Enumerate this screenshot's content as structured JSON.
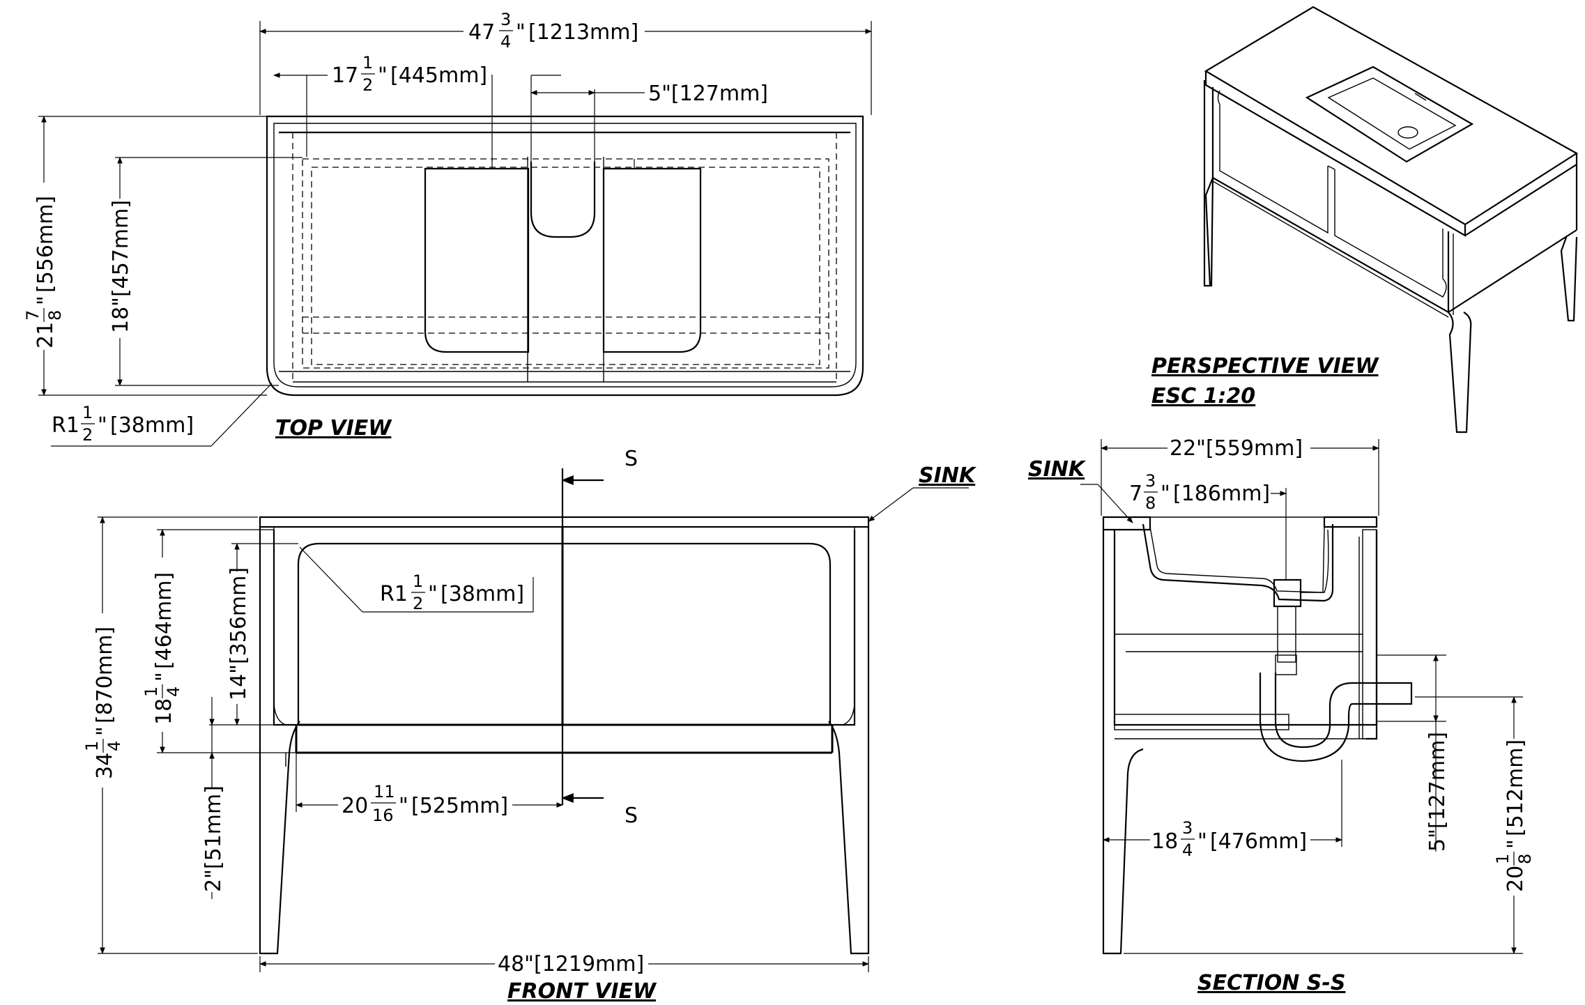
{
  "views": {
    "top": "TOP VIEW",
    "front": "FRONT VIEW",
    "perspective": "PERSPECTIVE VIEW",
    "scale": "ESC 1:20",
    "section": "SECTION S-S"
  },
  "labels": {
    "sink_front": "SINK",
    "sink_section": "SINK",
    "s_top": "S",
    "s_bottom": "S"
  },
  "top_dims": {
    "overall_width": {
      "whole": "47",
      "num": "3",
      "den": "4",
      "unit": "\"",
      "mm": "[1213mm]"
    },
    "offset": {
      "whole": "17",
      "num": "1",
      "den": "2",
      "unit": "\"",
      "mm": "[445mm]"
    },
    "drain_width": "5\"[127mm]",
    "depth": {
      "whole": "21",
      "num": "7",
      "den": "8",
      "unit": "\"",
      "mm": "[556mm]"
    },
    "inner_depth": "18\"[457mm]",
    "corner_radius": {
      "whole": "R1",
      "num": "1",
      "den": "2",
      "unit": "\"",
      "mm": "[38mm]"
    }
  },
  "front_dims": {
    "corner_radius": {
      "whole": "R1",
      "num": "1",
      "den": "2",
      "unit": "\"",
      "mm": "[38mm]"
    },
    "height": {
      "whole": "34",
      "num": "1",
      "den": "4",
      "unit": "\"",
      "mm": "[870mm]"
    },
    "cabinet_height": {
      "whole": "18",
      "num": "1",
      "den": "4",
      "unit": "\"",
      "mm": "[464mm]"
    },
    "drawer_height": "14\"[356mm]",
    "rail_height": "2\"[51mm]",
    "center": {
      "whole": "20",
      "num": "11",
      "den": "16",
      "unit": "\"",
      "mm": "[525mm]"
    },
    "overall_width": "48\"[1219mm]"
  },
  "section_dims": {
    "depth": "22\"[559mm]",
    "sink_depth": {
      "whole": "7",
      "num": "3",
      "den": "8",
      "unit": "\"",
      "mm": "[186mm]"
    },
    "drain_offset": {
      "whole": "18",
      "num": "3",
      "den": "4",
      "unit": "\"",
      "mm": "[476mm]"
    },
    "pipe_height": "5\"[127mm]",
    "floor_height": {
      "whole": "20",
      "num": "1",
      "den": "8",
      "unit": "\"",
      "mm": "[512mm]"
    }
  }
}
